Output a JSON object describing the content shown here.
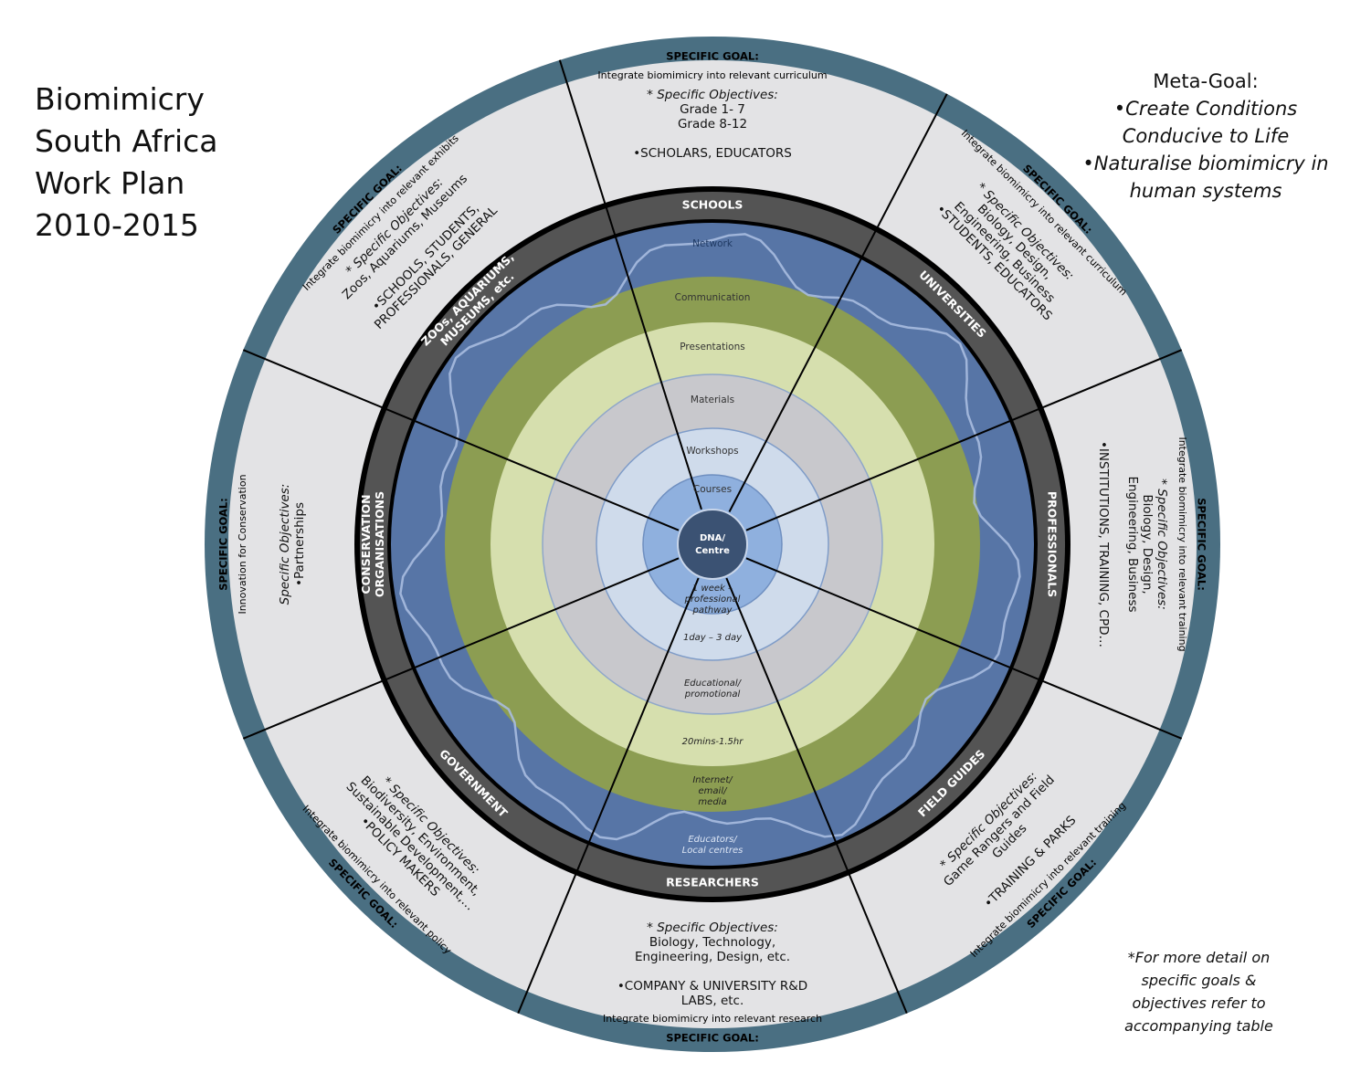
{
  "title_lines": [
    "Biomimicry",
    "South Africa",
    "Work Plan",
    "2010-2015"
  ],
  "meta_goal": {
    "heading": "Meta-Goal:",
    "items": [
      "•Create Conditions",
      "Conducive to Life",
      "•Naturalise biomimicry in",
      "human systems"
    ]
  },
  "note_lines": [
    "*For more detail on",
    "specific goals &",
    "objectives refer to",
    "accompanying table"
  ],
  "center": {
    "line1": "DNA/",
    "line2": "Centre"
  },
  "rings": [
    {
      "label": "Courses",
      "sublabel": [
        "1 week –",
        "professional",
        "pathway"
      ]
    },
    {
      "label": "Workshops",
      "sublabel": [
        "1day – 3 day"
      ]
    },
    {
      "label": "Materials",
      "sublabel": [
        "Educational/",
        "promotional"
      ]
    },
    {
      "label": "Presentations",
      "sublabel": [
        "20mins-1.5hr"
      ]
    },
    {
      "label": "Communication",
      "sublabel": [
        "Internet/",
        "email/",
        "media"
      ]
    },
    {
      "label": "Network",
      "sublabel": [
        "Educators/",
        "Local centres"
      ]
    }
  ],
  "sectors": [
    {
      "name": "SCHOOLS",
      "goal_heading": "SPECIFIC GOAL:",
      "goal": "Integrate biomimicry into relevant curriculum",
      "objectives": [
        "* Specific Objectives:",
        "Grade 1- 7",
        "Grade 8-12",
        "",
        "•SCHOLARS, EDUCATORS"
      ]
    },
    {
      "name": "UNIVERSITIES",
      "goal_heading": "SPECIFIC GOAL:",
      "goal": "Integrate biomimicry into relevant curriculum",
      "objectives": [
        "* Specific Objectives:",
        "Biology, Design,",
        "Engineering, Business",
        "•STUDENTS, EDUCATORS"
      ]
    },
    {
      "name": "PROFESSIONALS",
      "goal_heading": "SPECIFIC GOAL:",
      "goal": "Integrate biomimicry into relevant training",
      "objectives": [
        "* Specific Objectives:",
        "Biology, Design,",
        "Engineering, Business",
        "",
        "•INSTITUTIONS, TRAINING, CPD…"
      ]
    },
    {
      "name": "FIELD GUIDES",
      "goal_heading": "SPECIFIC GOAL:",
      "goal": "Integrate biomimicry into relevant  training",
      "objectives": [
        "* Specific Objectives:",
        "Game Rangers and Field",
        "Guides",
        "",
        "•TRAINING & PARKS"
      ]
    },
    {
      "name": "RESEARCHERS",
      "goal_heading": "SPECIFIC GOAL:",
      "goal": "Integrate biomimicry into relevant  research",
      "objectives": [
        "* Specific Objectives:",
        "Biology, Technology,",
        "Engineering, Design, etc.",
        "",
        "•COMPANY & UNIVERSITY R&D",
        "LABS, etc."
      ]
    },
    {
      "name": "GOVERNMENT",
      "goal_heading": "SPECIFIC GOAL:",
      "goal": "Integrate biomimicry into relevant  policy",
      "objectives": [
        "* Specific Objectives:",
        "Biodiversity, Environment,",
        "Sustainable Development,…",
        "•POLICY MAKERS"
      ]
    },
    {
      "name": "CONSERVATION ORGANISATIONS",
      "name_lines": [
        "CONSERVATION",
        "ORGANISATIONS"
      ],
      "goal_heading": "SPECIFIC GOAL:",
      "goal": "Innovation for Conservation",
      "objectives": [
        "Specific Objectives:",
        "•Partnerships"
      ]
    },
    {
      "name": "ZOOs, AQUARIUMS, MUSEUMS, etc.",
      "name_lines": [
        "ZOOs, AQUARIUMS,",
        "MUSEUMS, etc."
      ],
      "goal_heading": "SPECIFIC GOAL:",
      "goal": "Integrate biomimicry into relevant exhibits",
      "objectives": [
        "* Specific Objectives:",
        "Zoos, Aquariums, Museums",
        "",
        "•SCHOOLS, STUDENTS,",
        "PROFESSIONALS, GENERAL"
      ]
    }
  ],
  "colors": {
    "outer_band": "#4a6f82",
    "sector_fill": "#e3e3e5",
    "sector_ring": "#545454",
    "network_ring": "#5775a6",
    "communication_ring": "#8c9d52",
    "presentations_ring": "#d6dfae",
    "materials_ring": "#c8c8cc",
    "workshops_ring": "#cfdbeb",
    "courses_ring": "#8fb0de",
    "center": "#3b5273"
  }
}
